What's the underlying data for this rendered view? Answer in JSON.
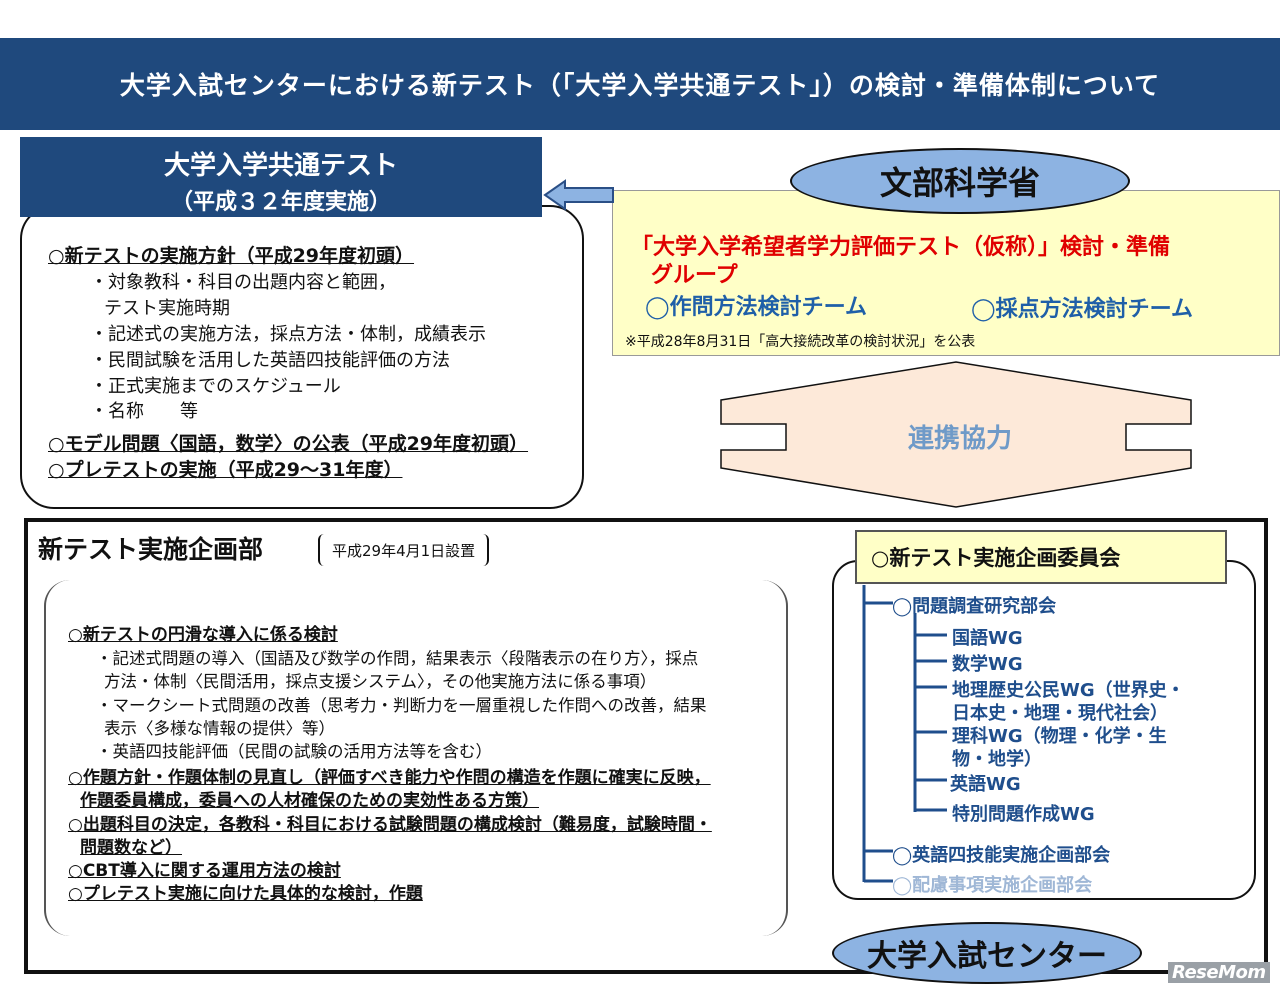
{
  "banner_title": "大学入試センターにおける新テスト（「大学入学共通テスト」）の検討・準備体制について",
  "test_header": {
    "line1": "大学入学共通テスト",
    "line2": "（平成３２年度実施）"
  },
  "policy": {
    "heading1": "○新テストの実施方針（平成29年度初頭）",
    "items": [
      "・対象教科・科目の出題内容と範囲，",
      "テスト実施時期",
      "・記述式の実施方法，採点方法・体制，成績表示",
      "・民間試験を活用した英語四技能評価の方法",
      "・正式実施までのスケジュール",
      "・名称　　等"
    ],
    "heading2": "○モデル問題〈国語，数学〉の公表（平成29年度初頭）",
    "heading3": "○プレテストの実施（平成29～31年度）"
  },
  "ministry": {
    "name": "文部科学省",
    "group_title_line1": "「大学入学希望者学力評価テスト（仮称）」検討・準備",
    "group_title_line2": "グループ",
    "team1": "◯作問方法検討チーム",
    "team2": "◯採点方法検討チーム",
    "note": "※平成28年8月31日「高大接続改革の検討状況」を公表"
  },
  "cooperation": "連携協力",
  "dept": {
    "title": "新テスト実施企画部",
    "established": "平成29年4月1日設置",
    "lines": [
      {
        "t": "○新テストの円滑な導入に係る検討",
        "u": true
      },
      {
        "t": "・記述式問題の導入（国語及び数学の作問，結果表示〈段階表示の在り方〉，採点",
        "u": false
      },
      {
        "t": "方法・体制〈民間活用，採点支援システム〉，その他実施方法に係る事項）",
        "u": false
      },
      {
        "t": "・マークシート式問題の改善（思考力・判断力を一層重視した作問への改善，結果",
        "u": false
      },
      {
        "t": "表示〈多様な情報の提供〉等）",
        "u": false
      },
      {
        "t": "・英語四技能評価（民間の試験の活用方法等を含む）",
        "u": false
      },
      {
        "t": "○作題方針・作題体制の見直し（評価すべき能力や作問の構造を作題に確実に反映，",
        "u": true
      },
      {
        "t": "作題委員構成，委員への人材確保のための実効性ある方策）",
        "u": true
      },
      {
        "t": "○出題科目の決定，各教科・科目における試験問題の構成検討（難易度，試験時間・",
        "u": true
      },
      {
        "t": "問題数など）",
        "u": true
      },
      {
        "t": "○CBT導入に関する運用方法の検討",
        "u": true
      },
      {
        "t": "○プレテスト実施に向けた具体的な検討，作題",
        "u": true
      }
    ]
  },
  "committee": {
    "title": "○新テスト実施企画委員会",
    "sub1": "◯問題調査研究部会",
    "wgs": [
      "国語WG",
      "数学WG",
      "地理歴史公民WG（世界史・",
      "日本史・地理・現代社会）",
      "理科WG（物理・化学・生",
      "物・地学）",
      "英語WG",
      "特別問題作成WG"
    ],
    "sub2": "◯英語四技能実施企画部会",
    "sub3": "◯配慮事項実施企画部会"
  },
  "center": "大学入試センター",
  "logo": "ReseMom",
  "colors": {
    "navy": "#1f497d",
    "ellipse_blue": "#8db3e2",
    "pale_yellow": "#ffffc7",
    "red": "#e00000",
    "peach": "#fde9d9"
  }
}
